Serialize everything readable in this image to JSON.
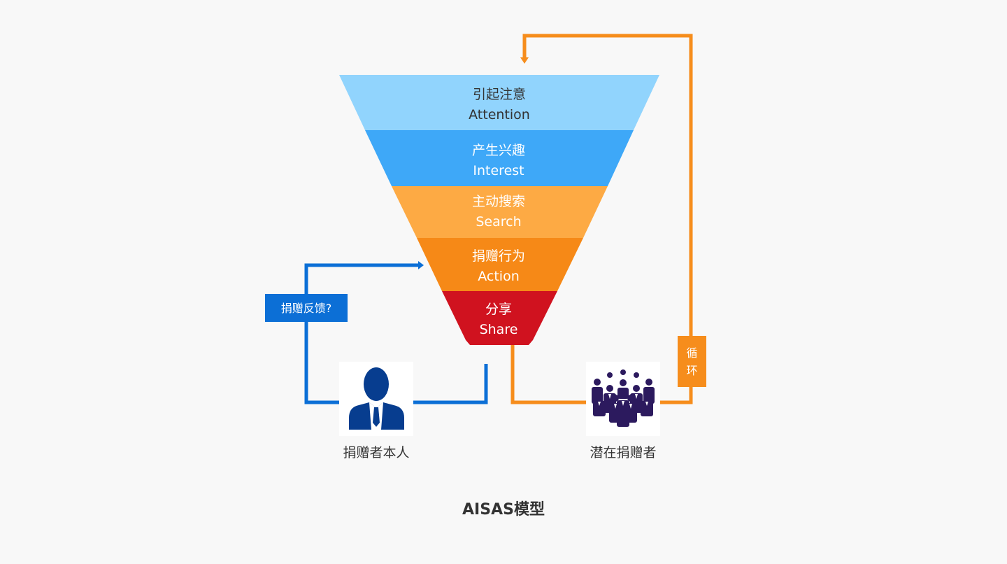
{
  "funnel": {
    "layers": [
      {
        "zh": "引起注意",
        "en": "Attention",
        "color": "#91d4fd",
        "text_color": "#333333"
      },
      {
        "zh": "产生兴趣",
        "en": "Interest",
        "color": "#3ea8f8",
        "text_color": "#ffffff"
      },
      {
        "zh": "主动搜索",
        "en": "Search",
        "color": "#fdaa44",
        "text_color": "#ffffff"
      },
      {
        "zh": "捐赠行为",
        "en": "Action",
        "color": "#f68917",
        "text_color": "#ffffff"
      },
      {
        "zh": "分享",
        "en": "Share",
        "color": "#d0121f",
        "text_color": "#ffffff"
      }
    ]
  },
  "feedback_box": {
    "label": "捐赠反馈?",
    "color": "#0c6fd6"
  },
  "cycle_box": {
    "char1": "循",
    "char2": "环",
    "color": "#f68d1c"
  },
  "donor": {
    "label": "捐赠者本人",
    "icon": "businessman-icon",
    "icon_color": "#073d8f"
  },
  "potential": {
    "label": "潜在捐赠者",
    "icon": "crowd-icon",
    "icon_color": "#2c1a5e"
  },
  "caption": "AISAS模型",
  "colors": {
    "blue_line": "#0c6fd6",
    "orange_line": "#f68d1c",
    "text": "#333333"
  }
}
